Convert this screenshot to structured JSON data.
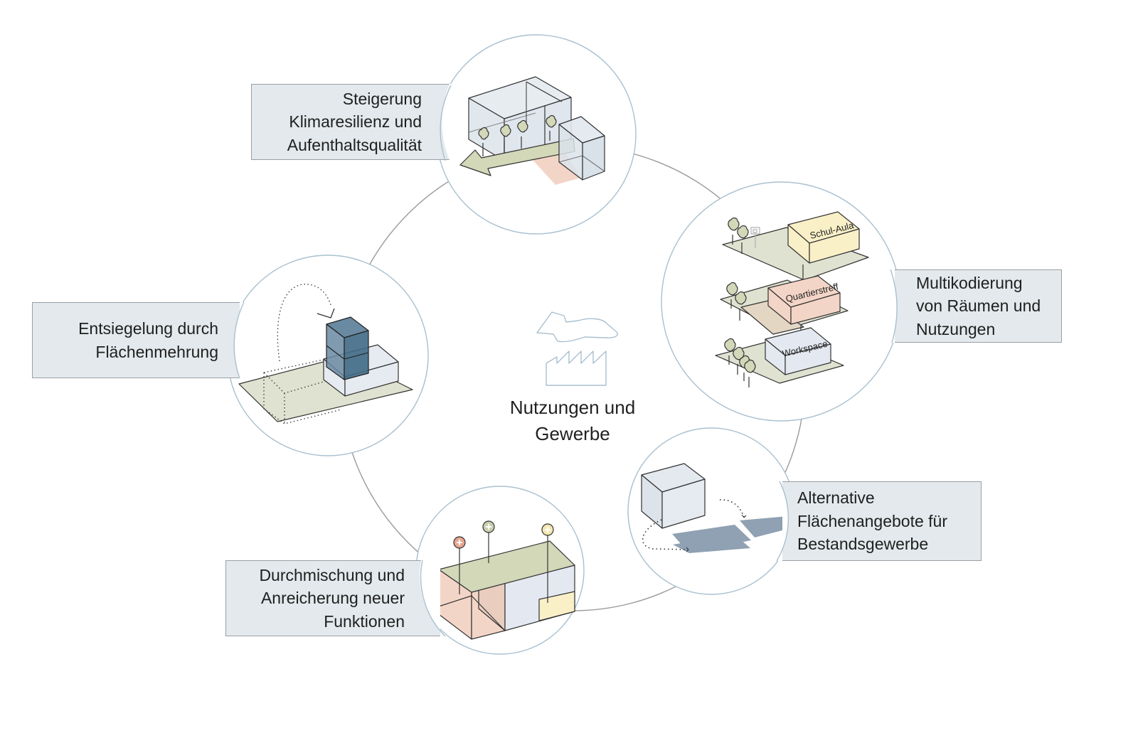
{
  "diagram": {
    "center": {
      "title_lines": [
        "Nutzungen und",
        "Gewerbe"
      ],
      "icon": "hand-over-factory-icon"
    },
    "topics": [
      {
        "id": "klima",
        "label_lines": [
          "Steigerung",
          "Klimaresilienz und",
          "Aufenthaltsqualität"
        ],
        "illustration": "glass-buildings-with-trees-and-green-arrow"
      },
      {
        "id": "multikodierung",
        "label_lines": [
          "Multikodierung",
          "von Räumen und",
          "Nutzungen"
        ],
        "illustration": "stacked-layers",
        "layer_labels": [
          "Schul-Aula",
          "Quartierstreff",
          "Workspace"
        ]
      },
      {
        "id": "alternative",
        "label_lines": [
          "Alternative",
          "Flächenangebote für",
          "Bestandsgewerbe"
        ],
        "illustration": "box-relocated-to-plots"
      },
      {
        "id": "durchmischung",
        "label_lines": [
          "Durchmischung und",
          "Anreicherung neuer",
          "Funktionen"
        ],
        "illustration": "mixed-use-block-with-plus-pins"
      },
      {
        "id": "entsiegelung",
        "label_lines": [
          "Entsiegelung durch",
          "Flächenmehrung"
        ],
        "illustration": "stacked-volume-with-dotted-arrow"
      }
    ],
    "colors": {
      "ring": "#9a9a9a",
      "circle_stroke": "#a9c0cf",
      "label_bg": "#e3e9ec",
      "label_border": "#9a9fa3",
      "green": "#d2d8b8",
      "ground": "#dfe2d0",
      "salmon": "#f3d5c7",
      "yellow": "#faf0c8",
      "glass": "#dfe6ec",
      "dark_blue": "#3f6a85",
      "slate": "#8fa1b3",
      "pin_red": "#e8a58f",
      "pin_green": "#c8d0b0",
      "pin_yellow": "#f6e7b3"
    }
  }
}
